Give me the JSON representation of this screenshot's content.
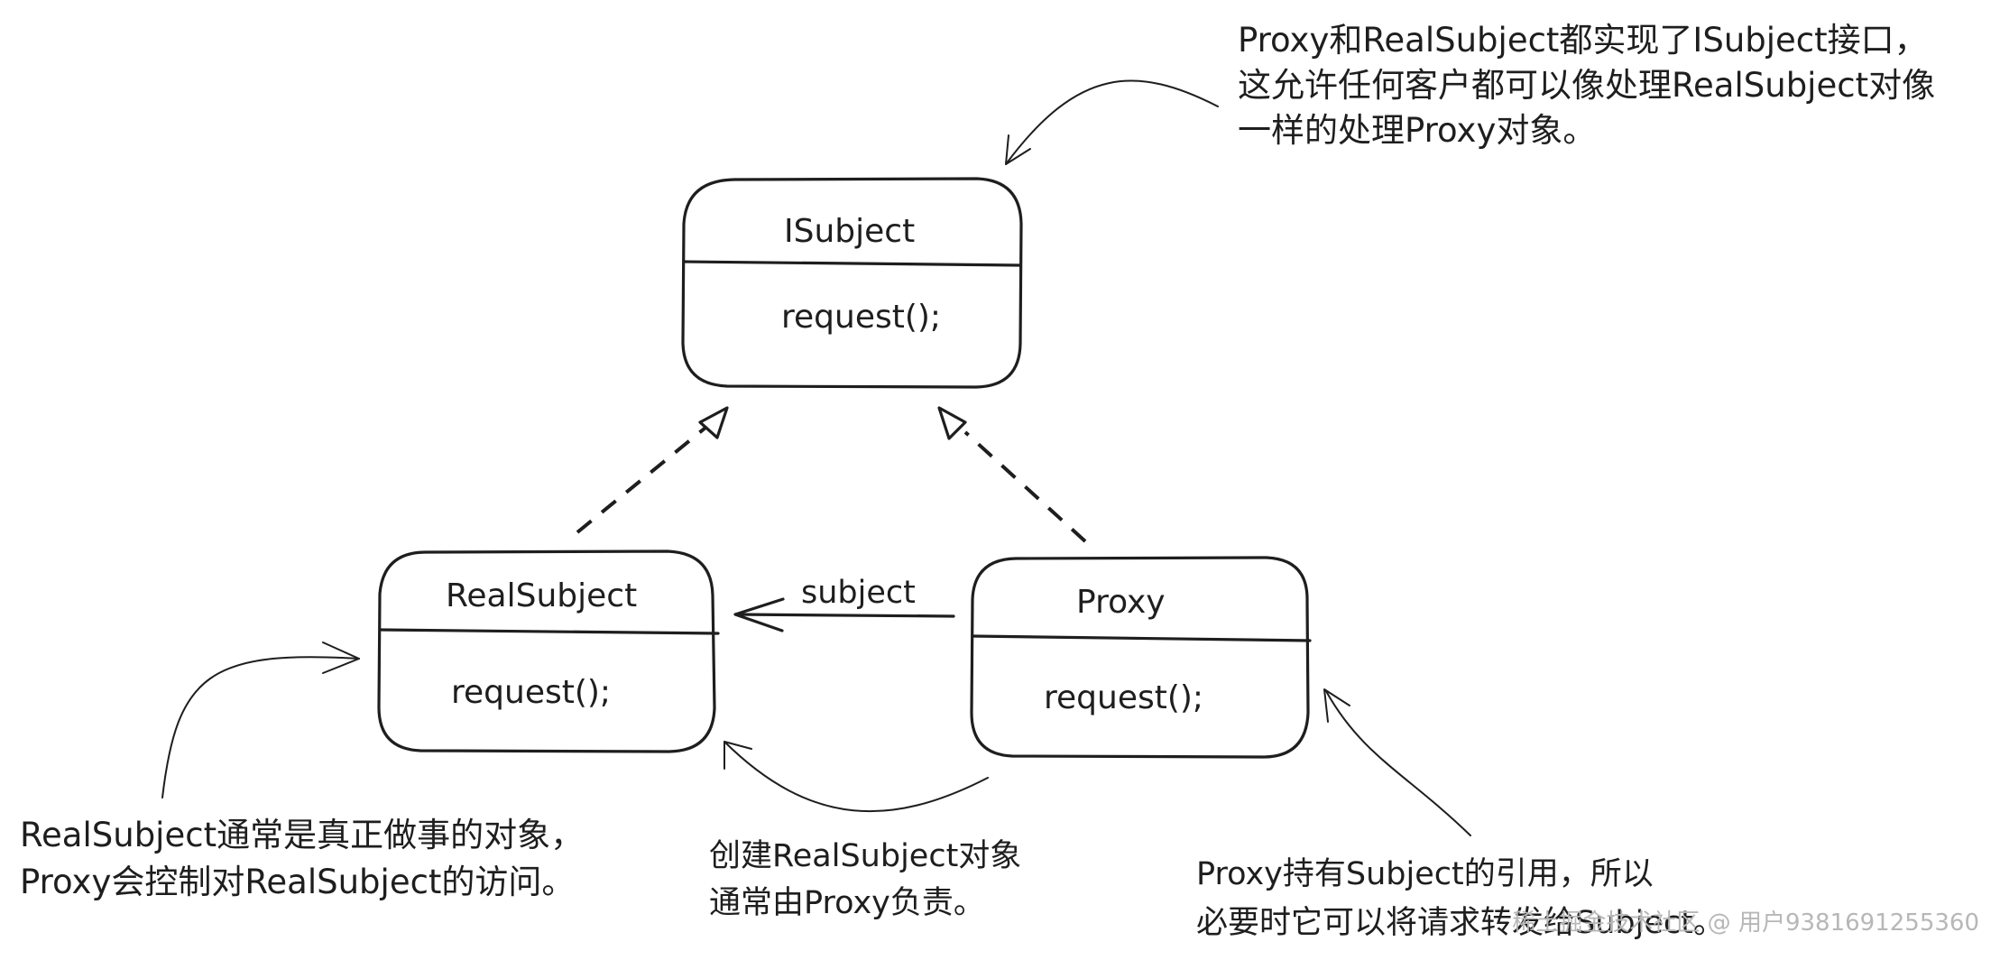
{
  "diagram": {
    "isubject": {
      "title": "ISubject",
      "method": "request();"
    },
    "realsubject": {
      "title": "RealSubject",
      "method": "request();"
    },
    "proxy": {
      "title": "Proxy",
      "method": "request();"
    },
    "association": {
      "label": "subject"
    },
    "notes": {
      "top": [
        "Proxy和RealSubject都实现了ISubject接口，",
        "这允许任何客户都可以像处理RealSubject对像",
        "一样的处理Proxy对象。"
      ],
      "left": [
        "RealSubject通常是真正做事的对象，",
        "Proxy会控制对RealSubject的访问。"
      ],
      "middle": [
        "创建RealSubject对象",
        "通常由Proxy负责。"
      ],
      "right": [
        "Proxy持有Subject的引用，所以",
        "必要时它可以将请求转发给Subject。"
      ]
    },
    "watermark": "稀土掘金技术社区 @ 用户9381691255360"
  },
  "colors": {
    "ink": "#1e1e1e",
    "background": "#ffffff",
    "watermark": "#b7b7b7"
  }
}
